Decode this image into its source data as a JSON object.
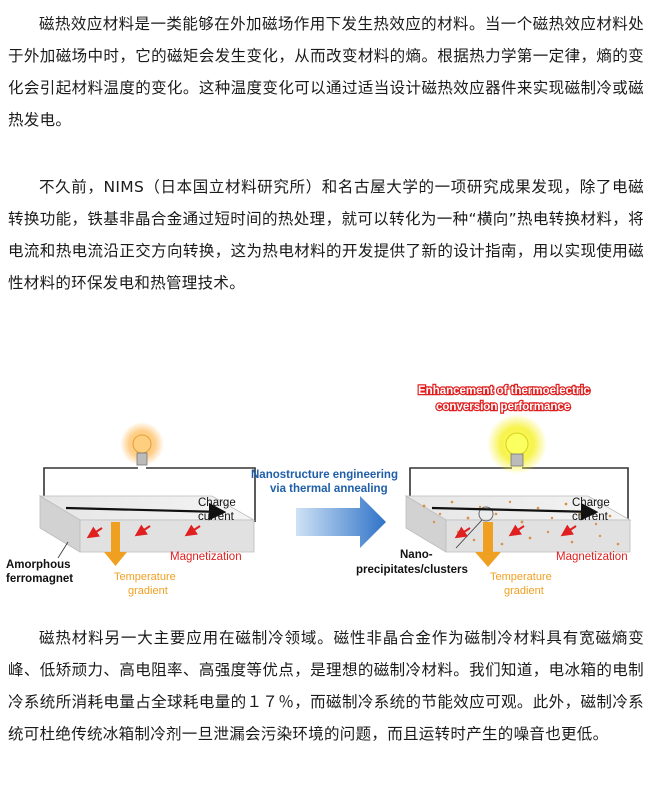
{
  "paragraphs": [
    "磁热效应材料是一类能够在外加磁场作用下发生热效应的材料。当一个磁热效应材料处于外加磁场中时，它的磁矩会发生变化，从而改变材料的熵。根据热力学第一定律，熵的变化会引起材料温度的变化。这种温度变化可以通过适当设计磁热效应器件来实现磁制冷或磁热发电。",
    "不久前，NIMS（日本国立材料研究所）和名古屋大学的一项研究成果发现，除了电磁转换功能，铁基非晶合金通过短时间的热处理，就可以转化为一种“横向”热电转换材料，将电流和热电流沿正交方向转换，这为热电材料的开发提供了新的设计指南，用以实现使用磁性材料的环保发电和热管理技术。",
    "磁热材料另一大主要应用在磁制冷领域。磁性非晶合金作为磁制冷材料具有宽磁熵变峰、低矫顽力、高电阻率、高强度等优点，是理想的磁制冷材料。我们知道，电冰箱的电制冷系统所消耗电量占全球耗电量的１７％，而磁制冷系统的节能效应可观。此外，磁制冷系统可杜绝传统冰箱制冷剂一旦泄漏会污染环境的问题，而且运转时产生的噪音也更低。"
  ],
  "figure": {
    "left": {
      "charge_line1": "Charge",
      "charge_line2": "current",
      "magnetization": "Magnetization",
      "material_line1": "Amorphous",
      "material_line2": "ferromagnet",
      "temp_line1": "Temperature",
      "temp_line2": "gradient"
    },
    "middle": {
      "line1": "Nanostructure engineering",
      "line2": "via thermal annealing"
    },
    "right": {
      "enh_line1": "Enhancement of thermoelectric",
      "enh_line2": "conversion performance",
      "charge_line1": "Charge",
      "charge_line2": "current",
      "magnetization": "Magnetization",
      "nano_line1": "Nano-",
      "nano_line2": "precipitates/clusters",
      "temp_line1": "Temperature",
      "temp_line2": "gradient"
    },
    "colors": {
      "magnetization": "#e02020",
      "temperature": "#f0a020",
      "process_text": "#1f5fa8",
      "enhancement": "#e02020"
    }
  }
}
